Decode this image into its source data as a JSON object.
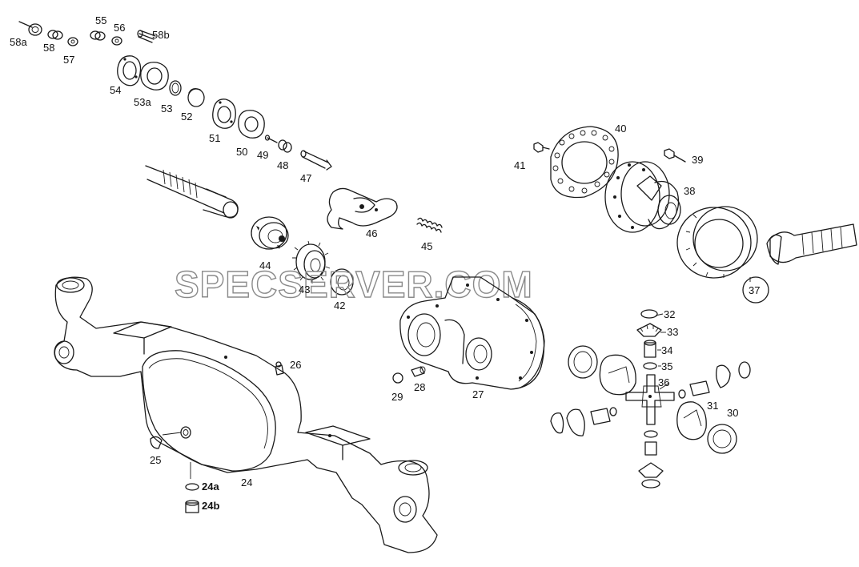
{
  "watermark": "SPECSERVER.COM",
  "callouts": {
    "c58a": "58a",
    "c58": "58",
    "c57": "57",
    "c55": "55",
    "c56": "56",
    "c58b": "58b",
    "c54": "54",
    "c53a": "53a",
    "c53": "53",
    "c52": "52",
    "c51": "51",
    "c50": "50",
    "c49": "49",
    "c48": "48",
    "c47": "47",
    "c46": "46",
    "c45": "45",
    "c44": "44",
    "c43": "43",
    "c42": "42",
    "c41": "41",
    "c40": "40",
    "c39": "39",
    "c38": "38",
    "c37": "37",
    "c32": "32",
    "c33": "33",
    "c34": "34",
    "c35": "35",
    "c36": "36",
    "c31": "31",
    "c30": "30",
    "c29": "29",
    "c28": "28",
    "c27": "27",
    "c26": "26",
    "c25": "25",
    "c24": "24",
    "c24a": "24a",
    "c24b": "24b"
  }
}
